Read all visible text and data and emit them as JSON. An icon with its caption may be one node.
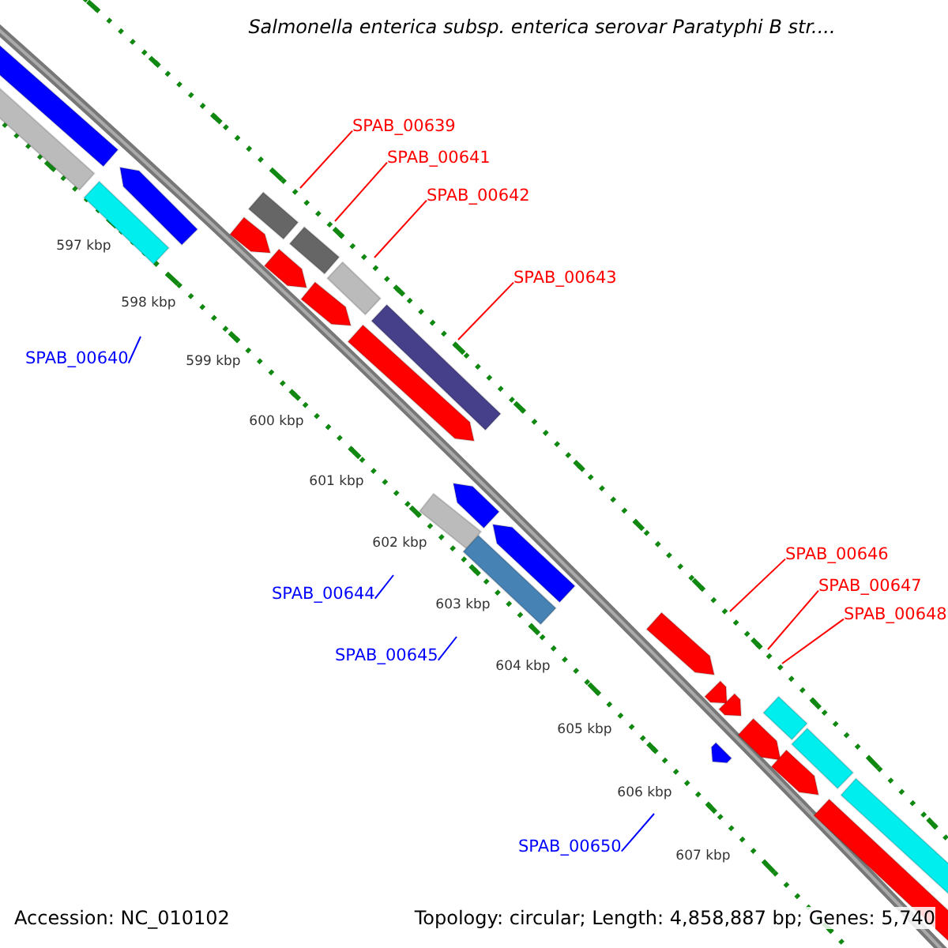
{
  "diagram": {
    "title": "Salmonella enterica subsp. enterica serovar Paratyphi B str....",
    "nodes": [
      {
        "text": [
          "SPAB_00639"
        ]
      },
      {
        "text": [
          "SPAB_00641"
        ]
      },
      {
        "text": [
          "SPAB_00642"
        ]
      },
      {
        "text": [
          "SPAB_00643"
        ]
      },
      {
        "text": [
          "SPAB_00640"
        ]
      },
      {
        "text": [
          "SPAB_00646"
        ]
      },
      {
        "text": [
          "SPAB_00647"
        ]
      },
      {
        "text": [
          "SPAB_00644"
        ]
      },
      {
        "text": [
          "SPAB_00648"
        ]
      },
      {
        "text": [
          "SPAB_00645"
        ]
      },
      {
        "text": [
          "SPAB_00650"
        ]
      }
    ],
    "edges": [
      {
        "from": 0,
        "to": null,
        "arrow": "none"
      },
      {
        "from": 1,
        "to": null,
        "arrow": "none"
      },
      {
        "from": 2,
        "to": null,
        "arrow": "none"
      },
      {
        "from": 3,
        "to": null,
        "arrow": "none"
      },
      {
        "from": 4,
        "to": null,
        "arrow": "none",
        "color": "#0000ff"
      },
      {
        "from": 5,
        "to": null,
        "arrow": "none"
      },
      {
        "from": 6,
        "to": null,
        "arrow": "none"
      },
      {
        "from": 7,
        "to": null,
        "arrow": "none",
        "color": "#0000ff"
      },
      {
        "from": 8,
        "to": null,
        "arrow": "none"
      },
      {
        "from": 9,
        "to": null,
        "arrow": "none",
        "color": "#0000ff"
      },
      {
        "from": 10,
        "to": null,
        "arrow": "none",
        "color": "#0000ff"
      }
    ],
    "labels": [
      "597 kbp",
      "598 kbp",
      "599 kbp",
      "600 kbp",
      "601 kbp",
      "602 kbp",
      "603 kbp",
      "604 kbp",
      "605 kbp",
      "606 kbp",
      "607 kbp",
      "Accession: NC_010102",
      "Topology: circular; Length: 4,858,887 bp; Genes: 5,740"
    ]
  }
}
